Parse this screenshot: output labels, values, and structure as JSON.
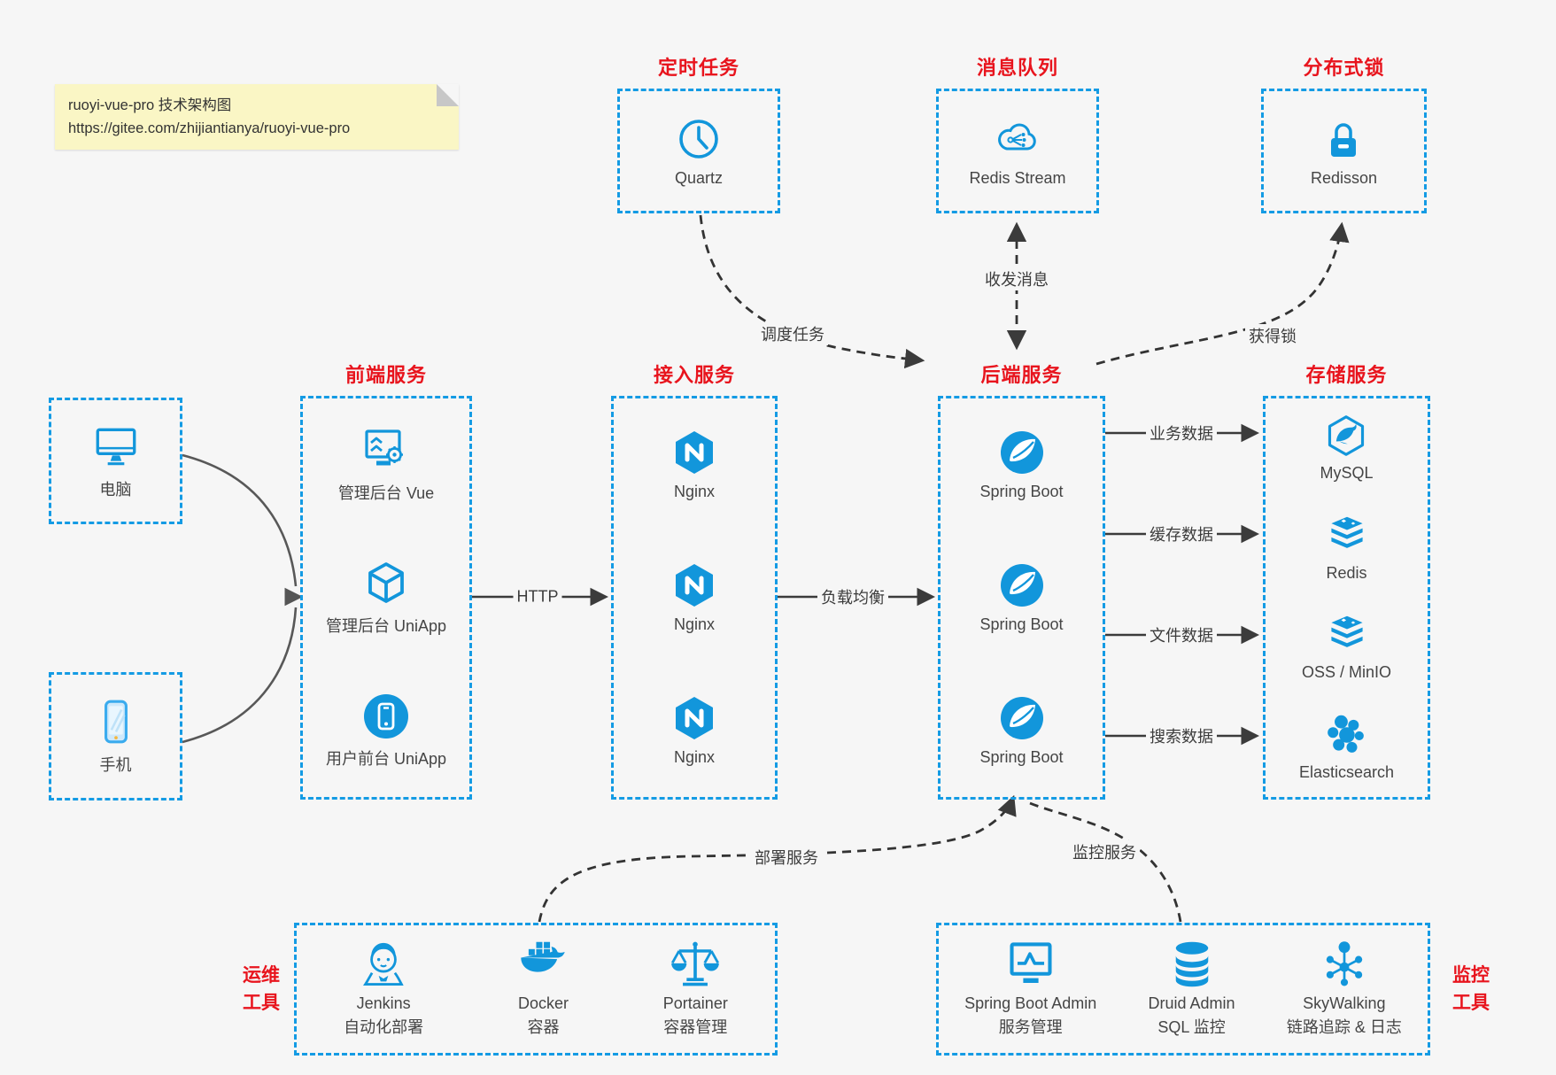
{
  "note": {
    "line1": "ruoyi-vue-pro 技术架构图",
    "line2": "https://gitee.com/zhijiantianya/ruoyi-vue-pro"
  },
  "colors": {
    "background": "#f6f6f6",
    "icon_blue": "#1296db",
    "border_blue": "#149be4",
    "title_red": "#e8141d",
    "arrow_dark": "#3b3b3b",
    "note_yellow": "#faf6c5"
  },
  "groups": {
    "scheduler": {
      "title": "定时任务",
      "item": {
        "label": "Quartz",
        "icon": "clock-icon"
      }
    },
    "mq": {
      "title": "消息队列",
      "item": {
        "label": "Redis Stream",
        "icon": "cloud-mq-icon"
      }
    },
    "lock": {
      "title": "分布式锁",
      "item": {
        "label": "Redisson",
        "icon": "lock-icon"
      }
    },
    "frontend": {
      "title": "前端服务",
      "items": [
        {
          "label": "管理后台 Vue",
          "icon": "admin-vue-icon"
        },
        {
          "label": "管理后台 UniApp",
          "icon": "cube-icon"
        },
        {
          "label": "用户前台 UniApp",
          "icon": "app-circle-icon"
        }
      ]
    },
    "access": {
      "title": "接入服务",
      "items": [
        {
          "label": "Nginx",
          "icon": "nginx-icon"
        },
        {
          "label": "Nginx",
          "icon": "nginx-icon"
        },
        {
          "label": "Nginx",
          "icon": "nginx-icon"
        }
      ]
    },
    "backend": {
      "title": "后端服务",
      "items": [
        {
          "label": "Spring Boot",
          "icon": "spring-icon"
        },
        {
          "label": "Spring Boot",
          "icon": "spring-icon"
        },
        {
          "label": "Spring Boot",
          "icon": "spring-icon"
        }
      ]
    },
    "storage": {
      "title": "存储服务",
      "items": [
        {
          "label": "MySQL",
          "icon": "mysql-icon"
        },
        {
          "label": "Redis",
          "icon": "redis-icon"
        },
        {
          "label": "OSS / MinIO",
          "icon": "oss-icon"
        },
        {
          "label": "Elasticsearch",
          "icon": "elasticsearch-icon"
        }
      ]
    },
    "ops": {
      "side_label": "运维\n工具",
      "items": [
        {
          "line1": "Jenkins",
          "line2": "自动化部署",
          "icon": "jenkins-icon"
        },
        {
          "line1": "Docker",
          "line2": "容器",
          "icon": "docker-icon"
        },
        {
          "line1": "Portainer",
          "line2": "容器管理",
          "icon": "portainer-icon"
        }
      ]
    },
    "monitoring": {
      "side_label": "监控\n工具",
      "items": [
        {
          "line1": "Spring Boot Admin",
          "line2": "服务管理",
          "icon": "admin-monitor-icon"
        },
        {
          "line1": "Druid Admin",
          "line2": "SQL 监控",
          "icon": "database-icon"
        },
        {
          "line1": "SkyWalking",
          "line2": "链路追踪 & 日志",
          "icon": "topology-icon"
        }
      ]
    }
  },
  "clients": [
    {
      "label": "电脑",
      "icon": "desktop-icon"
    },
    {
      "label": "手机",
      "icon": "phone-icon"
    }
  ],
  "edges": {
    "http": "HTTP",
    "load_balance": "负载均衡",
    "schedule": "调度任务",
    "message": "收发消息",
    "acquire_lock": "获得锁",
    "business_data": "业务数据",
    "cache_data": "缓存数据",
    "file_data": "文件数据",
    "search_data": "搜索数据",
    "deploy": "部署服务",
    "monitor": "监控服务"
  }
}
